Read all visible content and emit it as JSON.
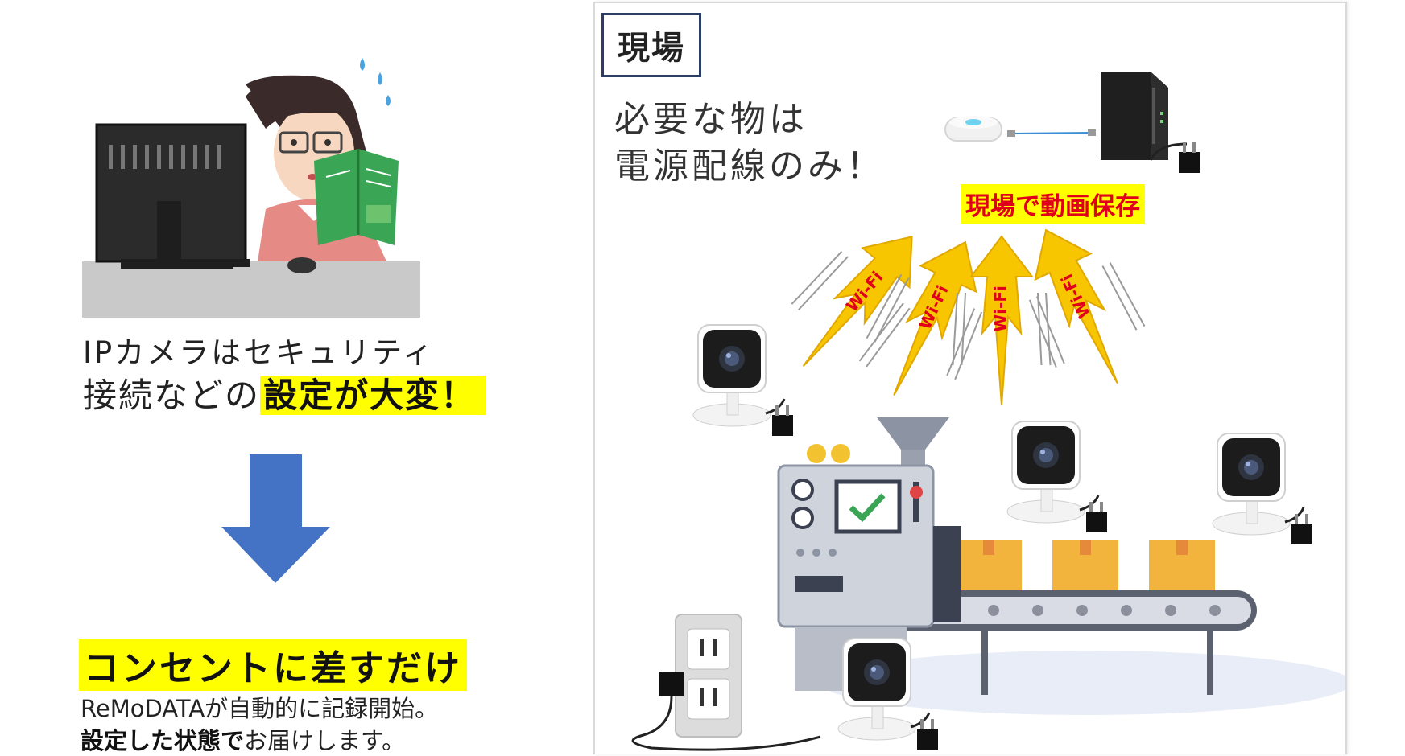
{
  "left": {
    "line1": "IPカメラはセキュリティ",
    "line2_plain": "接続などの",
    "line2_highlight": "設定が大変！",
    "headline": "コンセントに差すだけ",
    "desc_line1": "ReMoDATAが自動的に記録開始。",
    "desc_line2_bold": "設定した状態で",
    "desc_line2_rest": "お届けします。"
  },
  "right": {
    "site_label": "現場",
    "requirement_line1": "必要な物は",
    "requirement_line2": "電源配線のみ！",
    "save_label": "現場で動画保存",
    "wifi_labels": [
      "Wi-Fi",
      "Wi-Fi",
      "Wi-Fi",
      "Wi-Fi"
    ]
  },
  "colors": {
    "highlight": "#ffff00",
    "save_text": "#e0001b",
    "arrow_blue": "#4472c4",
    "wifi_arrow": "#f7c600",
    "wifi_text": "#e0001b",
    "label_border": "#2c3e66"
  },
  "icons": [
    "desk-computer-person-icon",
    "down-arrow-icon",
    "router-icon",
    "nas-icon",
    "power-plug-icon",
    "ip-camera-icon",
    "machine-icon",
    "conveyor-icon",
    "box-icon",
    "wall-outlet-icon"
  ]
}
